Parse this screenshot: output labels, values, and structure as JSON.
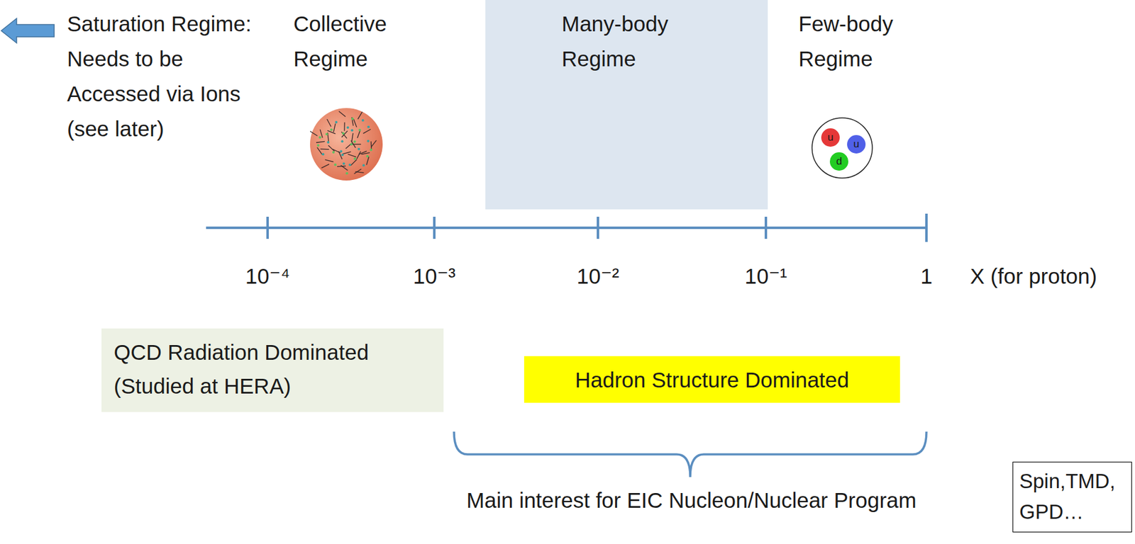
{
  "diagram": {
    "nodes": [
      {
        "text": [
          "Many-body Regime"
        ]
      },
      {
        "text": [
          "QCD Radiation Dominated (Studied at HERA)"
        ]
      },
      {
        "text": [
          "Hadron Structure Dominated"
        ]
      },
      {
        "text": [
          "Spin,TMD, GPD…"
        ]
      }
    ],
    "labels": [
      "Saturation Regime: Needs to be Accessed via Ions (see later)",
      "Collective Regime",
      "Few-body Regime",
      "u",
      "u",
      "d",
      "10⁻⁴",
      "10⁻³",
      "10⁻²",
      "10⁻¹",
      "1",
      "X (for proton)",
      "Main interest for EIC Nucleon/Nuclear Program"
    ]
  }
}
